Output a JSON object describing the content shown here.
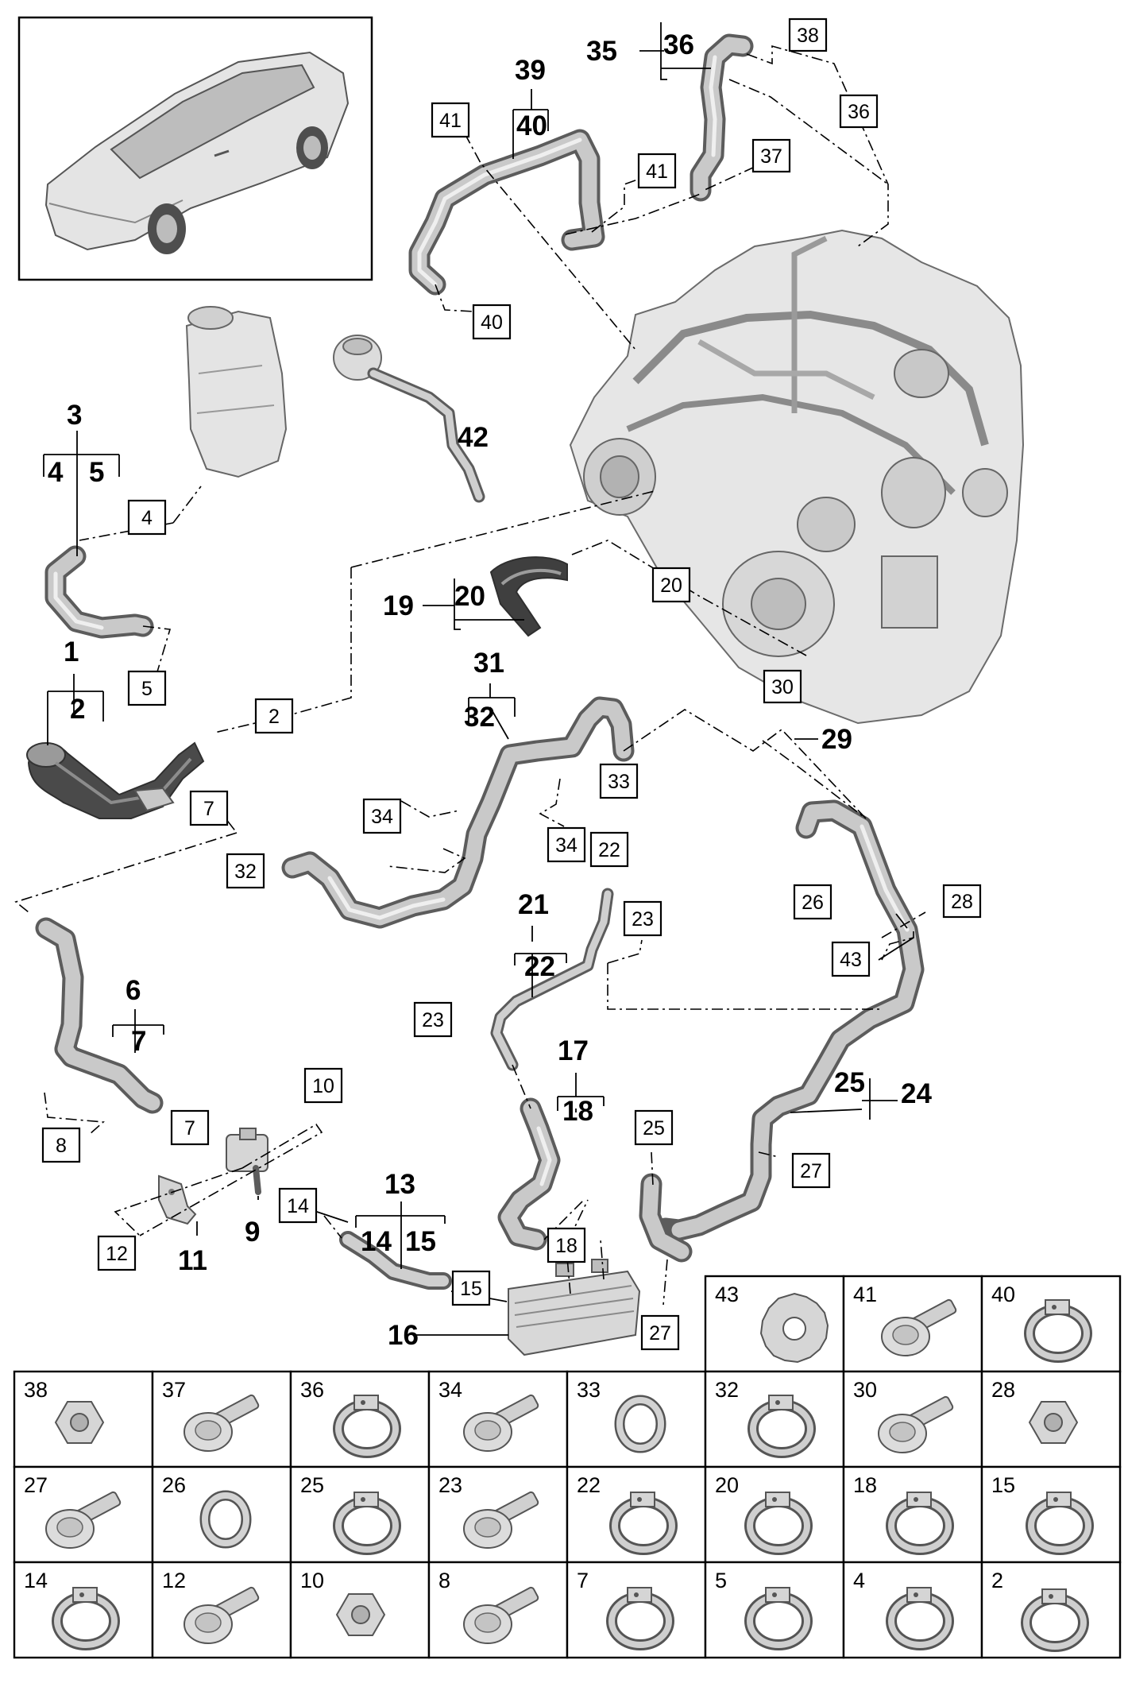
{
  "callouts_boxed": [
    {
      "id": "c38",
      "text": "38"
    },
    {
      "id": "c36b",
      "text": "36"
    },
    {
      "id": "c41a",
      "text": "41"
    },
    {
      "id": "c41b",
      "text": "41"
    },
    {
      "id": "c37",
      "text": "37"
    },
    {
      "id": "c40b",
      "text": "40"
    },
    {
      "id": "c4",
      "text": "4"
    },
    {
      "id": "c20b",
      "text": "20"
    },
    {
      "id": "c5",
      "text": "5"
    },
    {
      "id": "c2b",
      "text": "2"
    },
    {
      "id": "c30",
      "text": "30"
    },
    {
      "id": "c33",
      "text": "33"
    },
    {
      "id": "c7a",
      "text": "7"
    },
    {
      "id": "c34a",
      "text": "34"
    },
    {
      "id": "c34b",
      "text": "34"
    },
    {
      "id": "c32b",
      "text": "32"
    },
    {
      "id": "c22a",
      "text": "22"
    },
    {
      "id": "c26",
      "text": "26"
    },
    {
      "id": "c28",
      "text": "28"
    },
    {
      "id": "c23a",
      "text": "23"
    },
    {
      "id": "c43",
      "text": "43"
    },
    {
      "id": "c23b",
      "text": "23"
    },
    {
      "id": "c10",
      "text": "10"
    },
    {
      "id": "c8",
      "text": "8"
    },
    {
      "id": "c7b",
      "text": "7"
    },
    {
      "id": "c25b",
      "text": "25"
    },
    {
      "id": "c27a",
      "text": "27"
    },
    {
      "id": "c14b",
      "text": "14"
    },
    {
      "id": "c12",
      "text": "12"
    },
    {
      "id": "c18b",
      "text": "18"
    },
    {
      "id": "c15b",
      "text": "15"
    },
    {
      "id": "c27b",
      "text": "27"
    }
  ],
  "callouts_bold": [
    {
      "id": "b35",
      "text": "35"
    },
    {
      "id": "b36",
      "text": "36"
    },
    {
      "id": "b39",
      "text": "39"
    },
    {
      "id": "b40",
      "text": "40"
    },
    {
      "id": "b3",
      "text": "3"
    },
    {
      "id": "b4",
      "text": "4"
    },
    {
      "id": "b5",
      "text": "5"
    },
    {
      "id": "b42",
      "text": "42"
    },
    {
      "id": "b19",
      "text": "19"
    },
    {
      "id": "b20",
      "text": "20"
    },
    {
      "id": "b1",
      "text": "1"
    },
    {
      "id": "b2",
      "text": "2"
    },
    {
      "id": "b31",
      "text": "31"
    },
    {
      "id": "b32",
      "text": "32"
    },
    {
      "id": "b29",
      "text": "29"
    },
    {
      "id": "b21",
      "text": "21"
    },
    {
      "id": "b22",
      "text": "22"
    },
    {
      "id": "b6",
      "text": "6"
    },
    {
      "id": "b7",
      "text": "7"
    },
    {
      "id": "b17",
      "text": "17"
    },
    {
      "id": "b18",
      "text": "18"
    },
    {
      "id": "b25",
      "text": "25"
    },
    {
      "id": "b24",
      "text": "24"
    },
    {
      "id": "b13",
      "text": "13"
    },
    {
      "id": "b14",
      "text": "14"
    },
    {
      "id": "b15",
      "text": "15"
    },
    {
      "id": "b9",
      "text": "9"
    },
    {
      "id": "b11",
      "text": "11"
    },
    {
      "id": "b16",
      "text": "16"
    }
  ],
  "parts_table": {
    "top_row": [
      {
        "num": "43",
        "icon": "washer-icon"
      },
      {
        "num": "41",
        "icon": "bolt-icon"
      },
      {
        "num": "40",
        "icon": "hose-clamp-icon"
      }
    ],
    "rows": [
      [
        {
          "num": "38",
          "icon": "nut-icon"
        },
        {
          "num": "37",
          "icon": "bolt-icon"
        },
        {
          "num": "36",
          "icon": "hose-clamp-icon"
        },
        {
          "num": "34",
          "icon": "bolt-icon"
        },
        {
          "num": "33",
          "icon": "seal-ring-icon"
        },
        {
          "num": "32",
          "icon": "hose-clamp-icon"
        },
        {
          "num": "30",
          "icon": "bolt-icon"
        },
        {
          "num": "28",
          "icon": "nut-icon"
        }
      ],
      [
        {
          "num": "27",
          "icon": "bolt-icon"
        },
        {
          "num": "26",
          "icon": "seal-ring-icon"
        },
        {
          "num": "25",
          "icon": "hose-clamp-icon"
        },
        {
          "num": "23",
          "icon": "bolt-icon"
        },
        {
          "num": "22",
          "icon": "hose-clamp-icon"
        },
        {
          "num": "20",
          "icon": "hose-clamp-icon"
        },
        {
          "num": "18",
          "icon": "hose-clamp-icon"
        },
        {
          "num": "15",
          "icon": "hose-clamp-icon"
        }
      ],
      [
        {
          "num": "14",
          "icon": "hose-clamp-icon"
        },
        {
          "num": "12",
          "icon": "bolt-icon"
        },
        {
          "num": "10",
          "icon": "nut-icon"
        },
        {
          "num": "8",
          "icon": "bolt-icon"
        },
        {
          "num": "7",
          "icon": "hose-clamp-icon"
        },
        {
          "num": "5",
          "icon": "hose-clamp-icon"
        },
        {
          "num": "4",
          "icon": "hose-clamp-icon"
        },
        {
          "num": "2",
          "icon": "hose-clamp-icon"
        }
      ]
    ]
  }
}
